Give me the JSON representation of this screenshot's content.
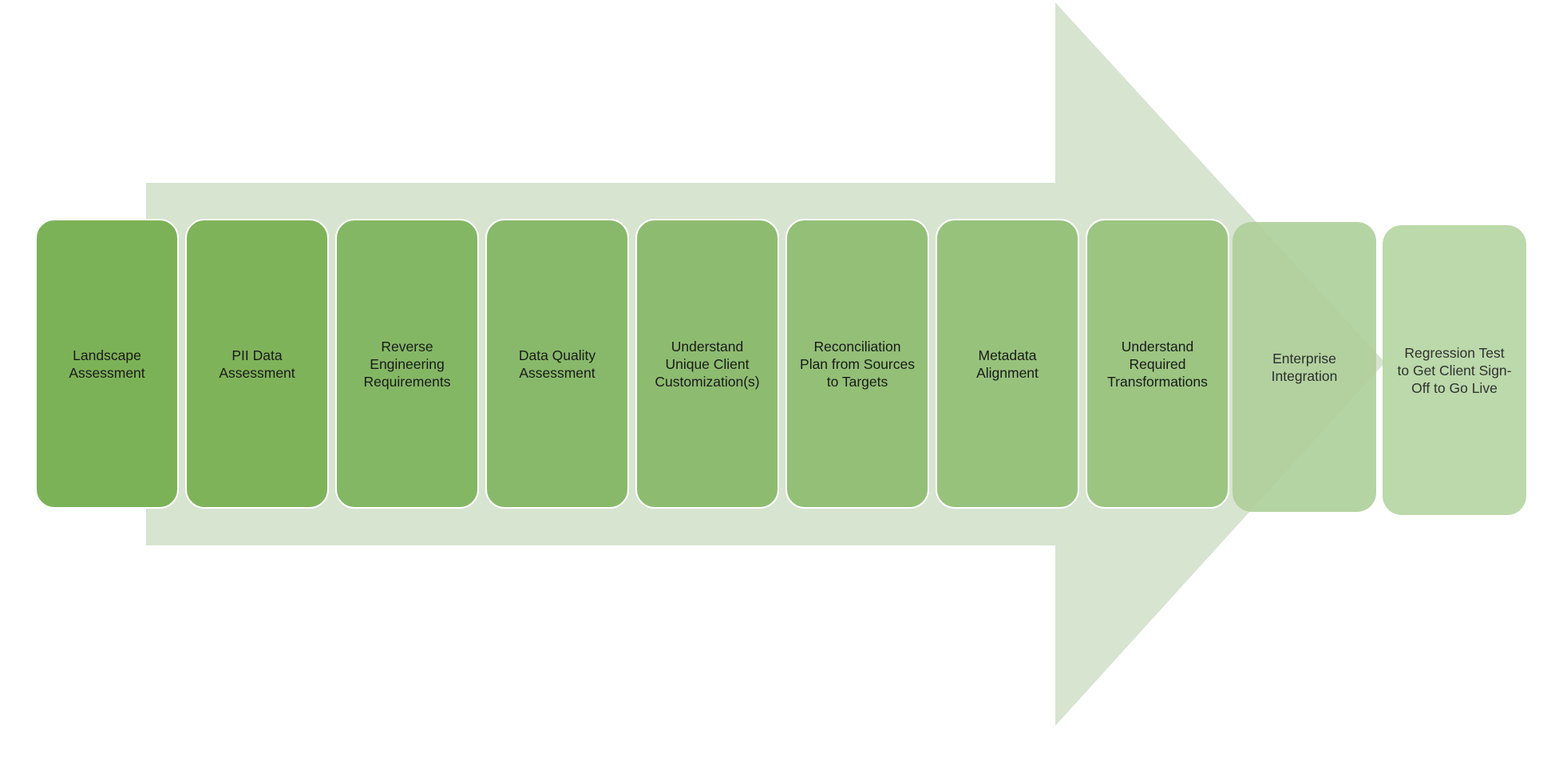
{
  "colors": {
    "arrow": "#d7e4d0",
    "step_gradient": [
      "#7cb257",
      "#7fb35a",
      "#84b764",
      "#88b96a",
      "#8dbc70",
      "#93bf77",
      "#97c27c",
      "#9bc581",
      "#aed09a",
      "#b4d5a1"
    ],
    "label_text": "#1a1a1a"
  },
  "steps": [
    {
      "label": "Landscape\nAssessment"
    },
    {
      "label": "PII Data\nAssessment"
    },
    {
      "label": "Reverse\nEngineering\nRequirements"
    },
    {
      "label": "Data Quality\nAssessment"
    },
    {
      "label": "Understand\nUnique Client\nCustomization(s)"
    },
    {
      "label": "Reconciliation\nPlan from Sources\nto Targets"
    },
    {
      "label": "Metadata\nAlignment"
    },
    {
      "label": "Understand\nRequired\nTransformations"
    },
    {
      "label": "Enterprise\nIntegration"
    },
    {
      "label": "Regression Test\nto Get Client Sign-\nOff to Go Live"
    }
  ]
}
